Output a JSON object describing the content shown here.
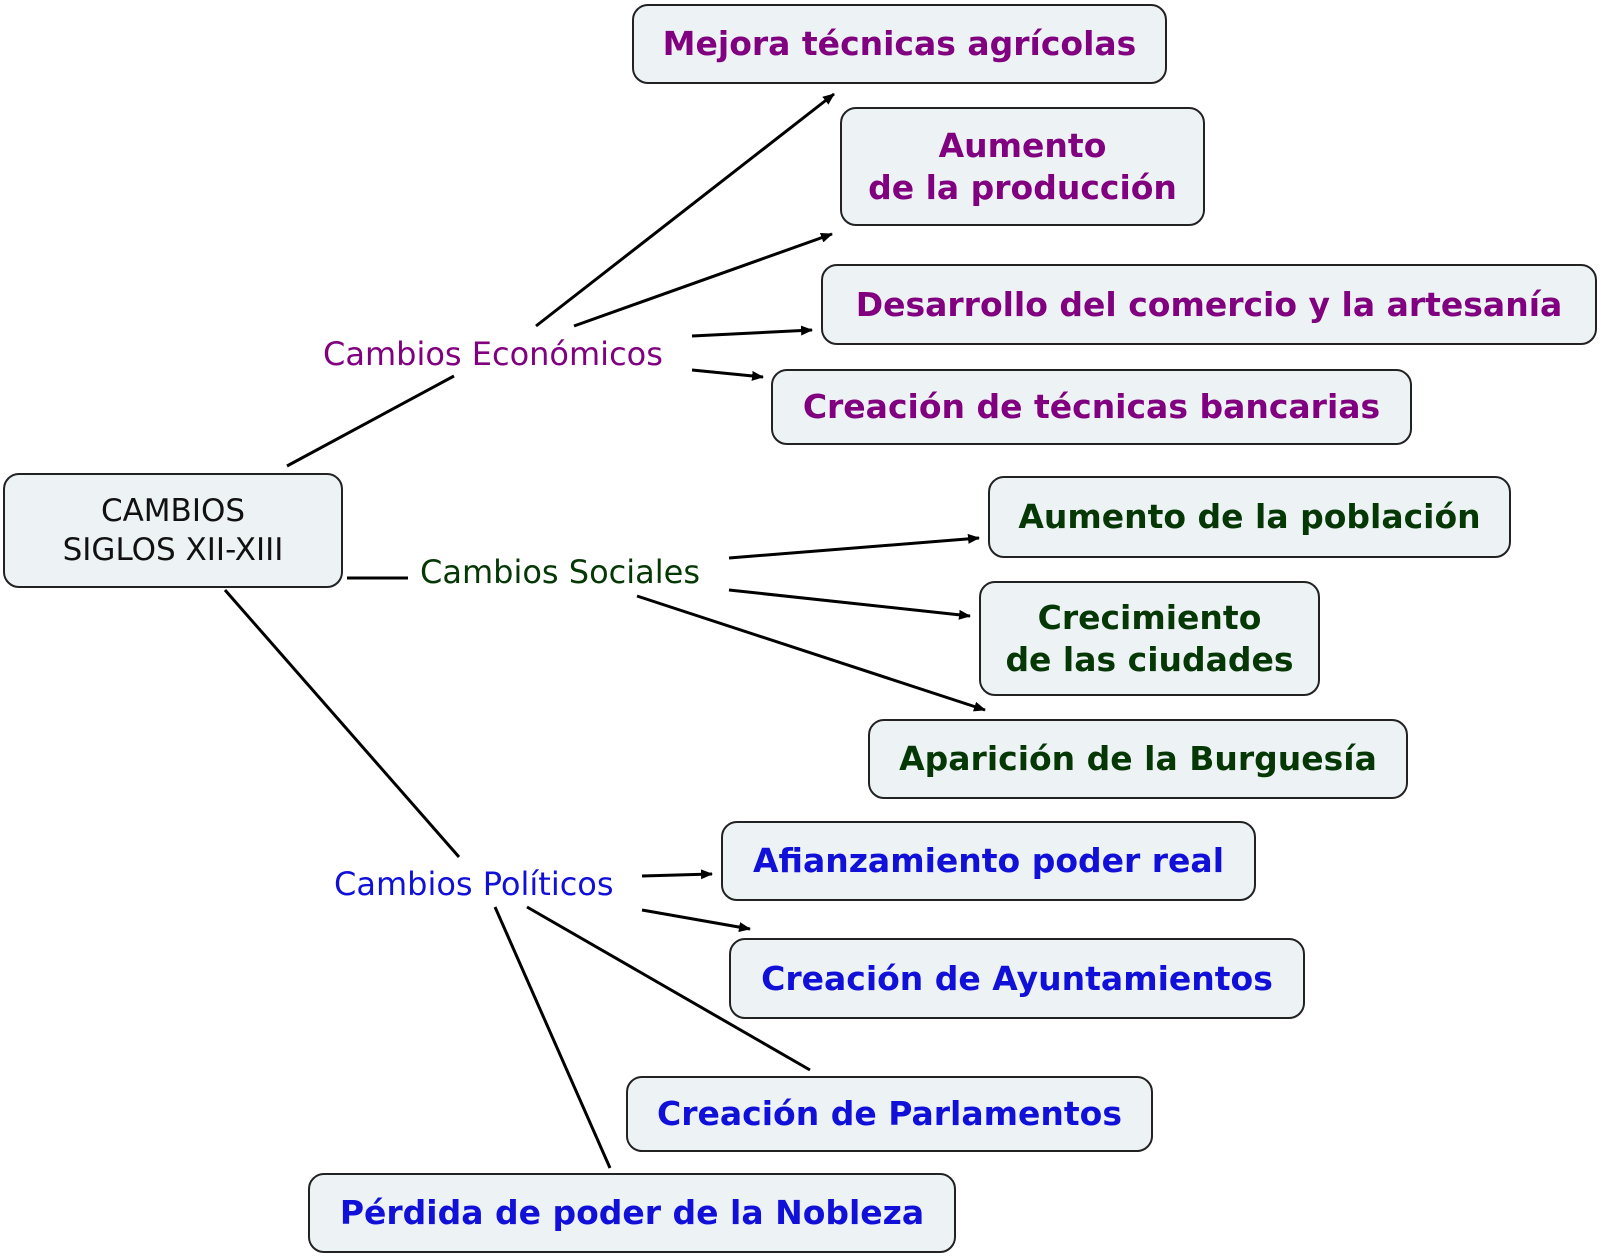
{
  "colors": {
    "economic": "#800080",
    "social": "#063806",
    "political": "#1010d8",
    "root_text": "#111111",
    "node_fill": "#edf2f5",
    "border": "#222222"
  },
  "root": {
    "line1": "CAMBIOS",
    "line2": "SIGLOS XII-XIII"
  },
  "branches": {
    "economic": {
      "label": "Cambios Económicos",
      "items": [
        {
          "lines": [
            "Mejora técnicas agrícolas"
          ]
        },
        {
          "lines": [
            "Aumento",
            "de la producción"
          ]
        },
        {
          "lines": [
            "Desarrollo del comercio y la artesanía"
          ]
        },
        {
          "lines": [
            "Creación de técnicas bancarias"
          ]
        }
      ]
    },
    "social": {
      "label": "Cambios Sociales",
      "items": [
        {
          "lines": [
            "Aumento de la población"
          ]
        },
        {
          "lines": [
            "Crecimiento",
            "de las ciudades"
          ]
        },
        {
          "lines": [
            "Aparición de la Burguesía"
          ]
        }
      ]
    },
    "political": {
      "label": "Cambios Políticos",
      "items": [
        {
          "lines": [
            "Afianzamiento poder real"
          ]
        },
        {
          "lines": [
            "Creación de Ayuntamientos"
          ]
        },
        {
          "lines": [
            "Creación de Parlamentos"
          ]
        },
        {
          "lines": [
            "Pérdida de poder de la Nobleza"
          ]
        }
      ]
    }
  }
}
